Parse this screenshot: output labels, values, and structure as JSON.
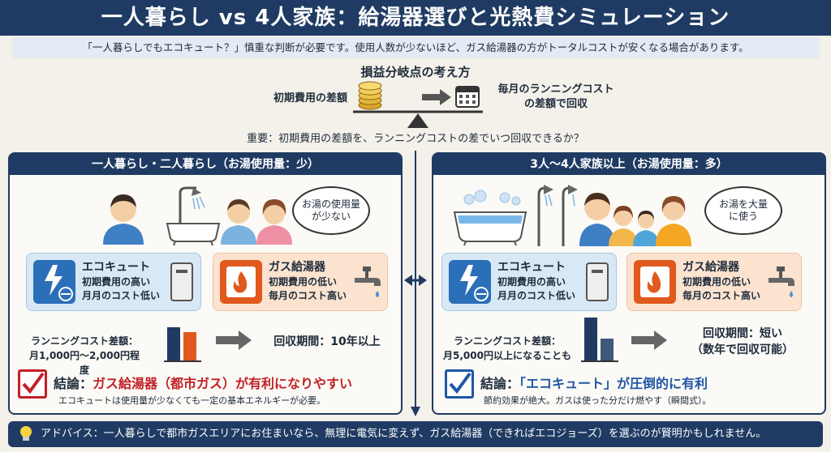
{
  "title": "一人暮らし vs 4人家族：給湯器選びと光熱費シミュレーション",
  "subtitle": "「一人暮らしでもエコキュート？」慎重な判断が必要です。使用人数が少ないほど、ガス給湯器の方がトータルコストが安くなる場合があります。",
  "breakeven": {
    "title": "損益分岐点の考え方",
    "left_label": "初期費用の差額",
    "right_label_line1": "毎月のランニングコスト",
    "right_label_line2": "の差額で回収",
    "note": "重要：初期費用の差額を、ランニングコストの差でいつ回収できるか？"
  },
  "left_panel": {
    "header": "一人暮らし・二人暮らし（お湯使用量：少）",
    "bubble_line1": "お湯の使用量",
    "bubble_line2": "が少ない",
    "eco": {
      "name": "エコキュート",
      "desc1": "初期費用の高い",
      "desc2": "月月のコスト低い"
    },
    "gas": {
      "name": "ガス給湯器",
      "desc1": "初期費用の低い",
      "desc2": "毎月のコスト高い"
    },
    "running_line1": "ランニングコスト差額：",
    "running_line2": "月1,000円〜2,000円程度",
    "payback": "回収期間：10年以上",
    "conclusion_label": "結論：",
    "conclusion_value": "ガス給湯器（都市ガス）が有利になりやすい",
    "conclusion_sub": "エコキュートは使用量が少なくても一定の基本エネルギーが必要。"
  },
  "right_panel": {
    "header": "3人〜4人家族以上（お湯使用量：多）",
    "bubble_line1": "お湯を大量",
    "bubble_line2": "に使う",
    "eco": {
      "name": "エコキュート",
      "desc1": "初期費用の高い",
      "desc2": "月月のコスト低い"
    },
    "gas": {
      "name": "ガス給湯器",
      "desc1": "初期費用の低い",
      "desc2": "毎月のコスト高い"
    },
    "running_line1": "ランニングコスト差額：",
    "running_line2": "月5,000円以上になることも",
    "payback_line1": "回収期間：短い",
    "payback_line2": "（数年で回収可能）",
    "conclusion_label": "結論：",
    "conclusion_value": "「エコキュート」が圧倒的に有利",
    "conclusion_sub": "節約効果が絶大。ガスは使った分だけ燃やす（瞬間式）。"
  },
  "advice": "アドバイス：一人暮らしで都市ガスエリアにお住まいなら、無理に電気に変えず、ガス給湯器（できればエコジョーズ）を選ぶのが賢明かもしれません。",
  "colors": {
    "navy": "#1f3b63",
    "eco_blue": "#2a6fb8",
    "gas_orange": "#e1591c",
    "red": "#c22026"
  }
}
